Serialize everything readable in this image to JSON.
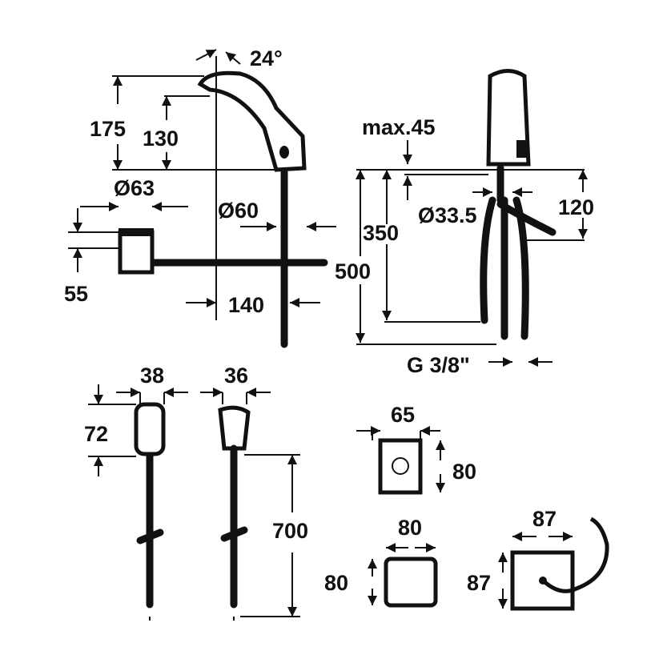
{
  "faucet_side": {
    "angle": "24°",
    "height_175": "175",
    "height_130": "130",
    "dia_63": "Ø63",
    "dia_60": "Ø60",
    "dim_55": "55",
    "dim_140": "140"
  },
  "faucet_front": {
    "max": "max.45",
    "dim_350": "350",
    "dim_500": "500",
    "dia_33": "Ø33.5",
    "dim_120": "120",
    "thread": "G 3/8\""
  },
  "sensors": {
    "w_38": "38",
    "w_36": "36",
    "h_72": "72",
    "len_700": "700"
  },
  "boxes": {
    "box1_w": "65",
    "box1_h": "80",
    "box2_w": "80",
    "box2_h": "80",
    "box3_w": "87",
    "box3_h": "87"
  }
}
